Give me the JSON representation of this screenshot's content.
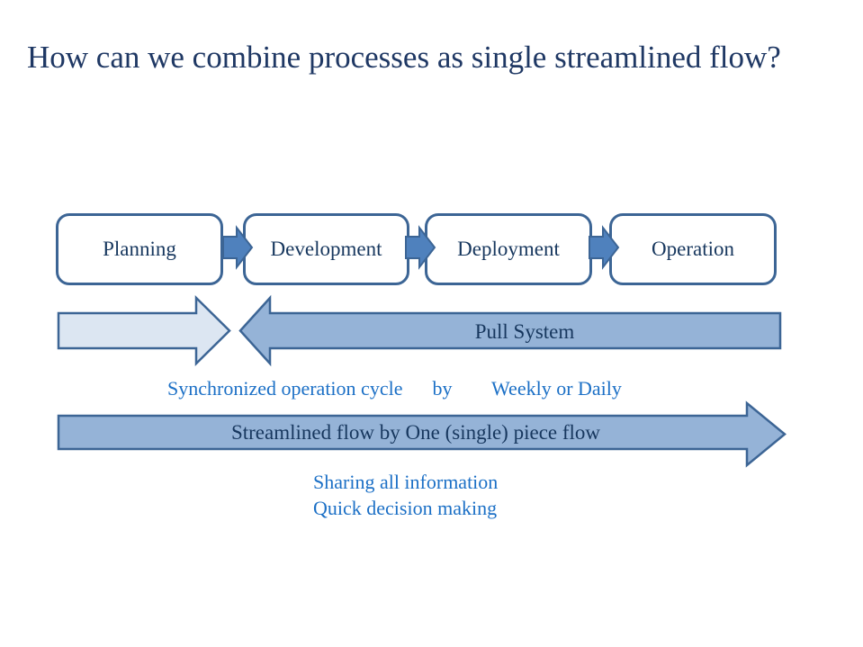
{
  "slide": {
    "title": "How can we combine processes as single streamlined flow?"
  },
  "process_steps": [
    {
      "label": "Planning"
    },
    {
      "label": "Development"
    },
    {
      "label": "Deployment"
    },
    {
      "label": "Operation"
    }
  ],
  "arrows": {
    "connector": {
      "direction": "right",
      "fill": "#4F81BD"
    },
    "push_arrow": {
      "direction": "right",
      "fill": "#DCE6F2"
    },
    "pull_arrow": {
      "direction": "left",
      "label": "Pull System",
      "fill": "#95B3D7"
    },
    "streamlined_arrow": {
      "direction": "right",
      "label": "Streamlined flow by One (single) piece flow",
      "fill": "#95B3D7"
    }
  },
  "annotations": {
    "sync_line": "Synchronized operation cycle      by        Weekly or Daily",
    "info_line1": "Sharing all information",
    "info_line2": "Quick decision making"
  },
  "colors": {
    "title": "#1F3864",
    "box_text": "#17375E",
    "outline": "#3C6595",
    "blue_text": "#1C70C6",
    "background": "#FFFFFF"
  }
}
